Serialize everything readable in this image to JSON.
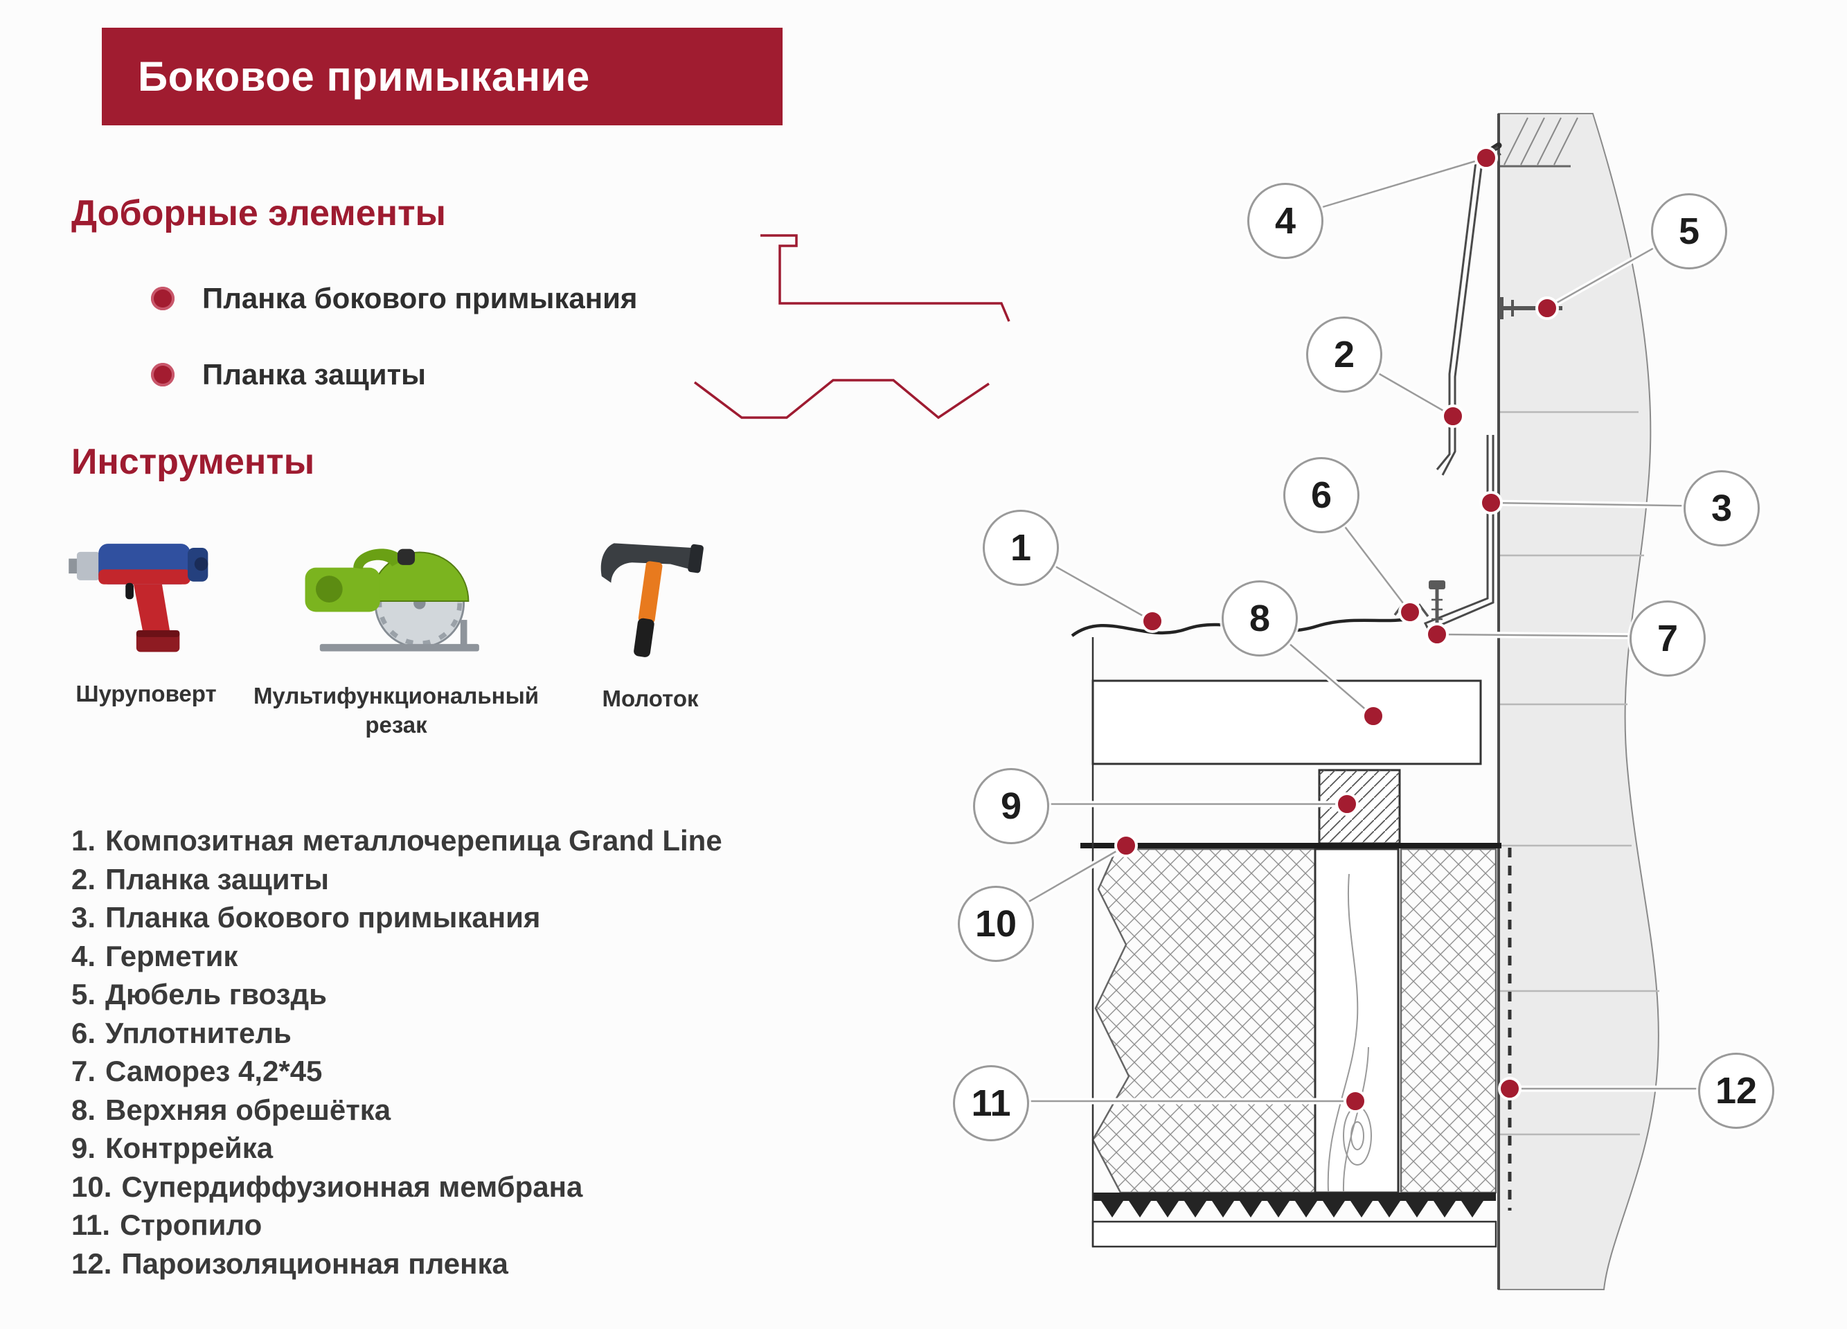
{
  "page": {
    "title": "Боковое примыкание"
  },
  "elements_section": {
    "heading": "Доборные элементы",
    "items": [
      {
        "label": "Планка бокового примыкания",
        "icon": "bullet-dot"
      },
      {
        "label": "Планка защиты",
        "icon": "bullet-dot"
      }
    ]
  },
  "tools_section": {
    "heading": "Инструменты",
    "items": [
      {
        "label": "Шуруповерт",
        "icon": "drill-icon"
      },
      {
        "label": "Мультифункциональный резак",
        "icon": "circular-saw-icon"
      },
      {
        "label": "Молоток",
        "icon": "hammer-icon"
      }
    ]
  },
  "legend": {
    "items": [
      {
        "num": "1.",
        "label": "Композитная металлочерепица Grand Line"
      },
      {
        "num": "2.",
        "label": "Планка защиты"
      },
      {
        "num": "3.",
        "label": "Планка бокового примыкания"
      },
      {
        "num": "4.",
        "label": "Герметик"
      },
      {
        "num": "5.",
        "label": "Дюбель гвоздь"
      },
      {
        "num": "6.",
        "label": "Уплотнитель"
      },
      {
        "num": "7.",
        "label": "Саморез 4,2*45"
      },
      {
        "num": "8.",
        "label": "Верхняя обрешётка"
      },
      {
        "num": "9.",
        "label": "Контррейка"
      },
      {
        "num": "10.",
        "label": "Супердиффузионная мембрана"
      },
      {
        "num": "11.",
        "label": "Стропило"
      },
      {
        "num": "12.",
        "label": "Пароизоляционная пленка"
      }
    ]
  },
  "diagram": {
    "callouts": [
      "1",
      "2",
      "3",
      "4",
      "5",
      "6",
      "7",
      "8",
      "9",
      "10",
      "11",
      "12"
    ]
  },
  "colors": {
    "accent_red": "#a01c30",
    "callout_dot": "#a31c30",
    "text_dark": "#3a3a3a",
    "wall_fill": "#ebebeb"
  }
}
